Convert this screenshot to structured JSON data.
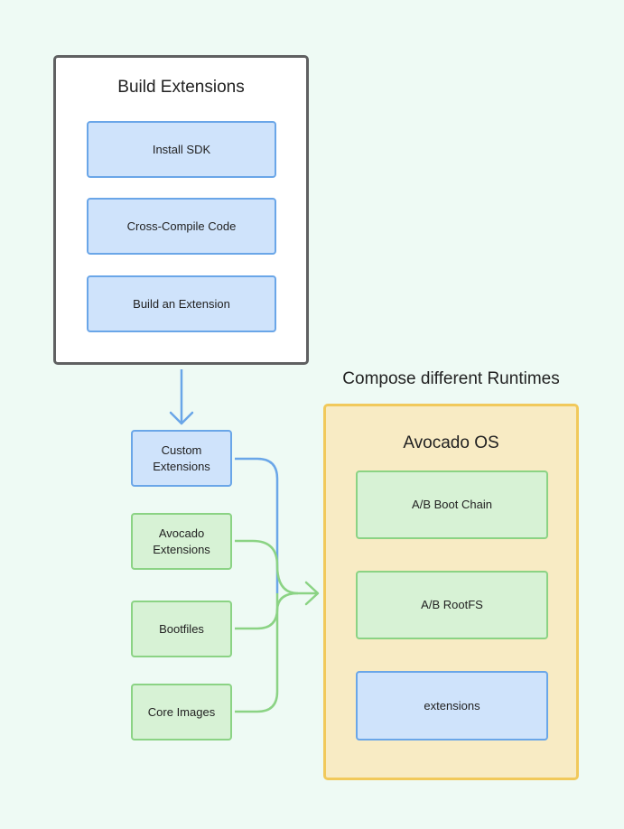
{
  "build_extensions": {
    "title": "Build Extensions",
    "steps": [
      "Install SDK",
      "Cross-Compile Code",
      "Build an Extension"
    ]
  },
  "sources": {
    "custom": [
      "Custom",
      "Extensions"
    ],
    "avocado": [
      "Avocado",
      "Extensions"
    ],
    "bootfiles": "Bootfiles",
    "core_images": "Core Images"
  },
  "runtimes": {
    "heading": "Compose different Runtimes",
    "os_title": "Avocado OS",
    "components": [
      "A/B Boot Chain",
      "A/B RootFS",
      "extensions"
    ]
  },
  "colors": {
    "background": "#eefaf4",
    "blue_fill": "#cfe3fb",
    "blue_border": "#6aa6e8",
    "green_fill": "#d7f2d5",
    "green_border": "#8bd384",
    "runtime_fill": "#f8ebc4",
    "runtime_border": "#f1c95b",
    "panel_border": "#5f6061"
  }
}
